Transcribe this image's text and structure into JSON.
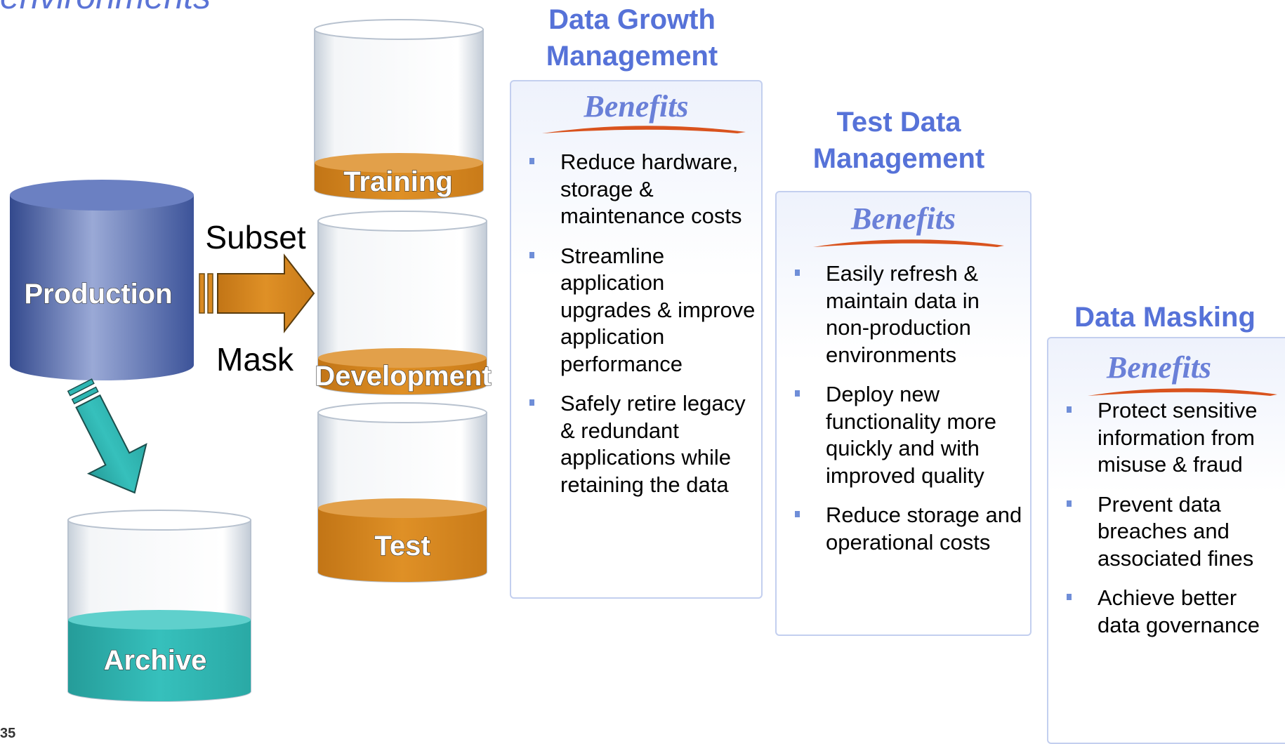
{
  "page": {
    "title": "environments",
    "number": "35"
  },
  "diagram": {
    "source": "Production",
    "destinations": [
      "Training",
      "Development",
      "Test"
    ],
    "archive": "Archive",
    "flow_labels": {
      "top": "Subset",
      "bottom": "Mask"
    }
  },
  "panels": [
    {
      "heading": "Data Growth Management",
      "benefits_title": "Benefits",
      "items": [
        "Reduce hardware, storage & maintenance costs",
        "Streamline application upgrades & improve application performance",
        "Safely retire legacy & redundant applications while retaining the data"
      ]
    },
    {
      "heading": "Test Data Management",
      "benefits_title": "Benefits",
      "items": [
        "Easily refresh & maintain data in non-production environments",
        "Deploy new functionality more quickly and with improved quality",
        "Reduce storage and operational costs"
      ]
    },
    {
      "heading": "Data Masking",
      "benefits_title": "Benefits",
      "items": [
        "Protect sensitive information from misuse & fraud",
        "Prevent data breaches and associated fines",
        "Achieve better data governance"
      ]
    }
  ],
  "colors": {
    "heading": "#5672d8",
    "benefits": "#6a80d8",
    "swoosh": "#d9531e",
    "production": "#5a70b4",
    "orange_fill": "#d98a22",
    "teal_fill": "#2fb7b3",
    "bullet": "#6f8ed8"
  }
}
